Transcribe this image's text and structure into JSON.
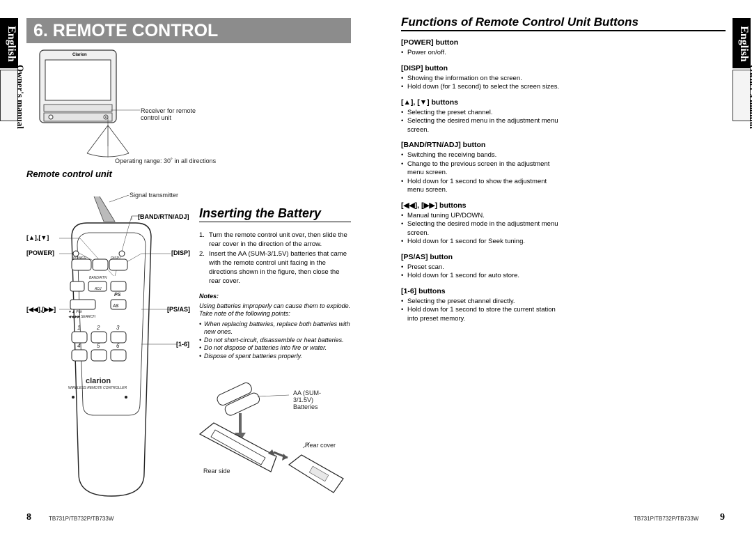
{
  "tabs": {
    "language": "English",
    "owner": "Owner's manual"
  },
  "title": "6. REMOTE CONTROL",
  "diagram": {
    "receiver_brand": "Clarion",
    "receiver_label": "Receiver for remote control unit",
    "operating_range": "Operating range: 30˚ in all directions",
    "remote_heading": "Remote control unit",
    "signal_transmitter": "Signal transmitter",
    "labels": {
      "band": "[BAND/RTN/ADJ]",
      "updown": "[▲],[▼]",
      "power": "[POWER]",
      "disp": "[DISP]",
      "seek": "[◀◀],[▶▶]",
      "psas": "[PS/AS]",
      "presets": "[1-6]"
    },
    "remote_keys": {
      "power": "POWER",
      "disp": "DISP",
      "band": "BAND/RTN",
      "adj": "ADJ",
      "ps": "PS",
      "as": "AS",
      "pch": "▼▲  Pch",
      "search": "◀◀ ▶▶ SEARCH",
      "n1": "1",
      "n2": "2",
      "n3": "3",
      "n4": "4",
      "n5": "5",
      "n6": "6",
      "brand": "clarion",
      "sub": "WIRELESS REMOTE CONTROLLER"
    }
  },
  "inserting": {
    "heading": "Inserting the Battery",
    "steps": [
      {
        "n": "1.",
        "text": "Turn the remote control unit over, then slide the rear cover in the direction of the arrow."
      },
      {
        "n": "2.",
        "text": "Insert the AA (SUM-3/1.5V) batteries that came with the remote control unit facing in the directions shown in the figure, then close the rear cover."
      }
    ],
    "notes_title": "Notes:",
    "notes_intro": "Using batteries improperly can cause them to explode. Take note of the following points:",
    "notes": [
      "When replacing batteries, replace both batteries with new ones.",
      "Do not short-circuit, disassemble or heat batteries.",
      "Do not dispose of batteries into fire or water.",
      "Dispose of spent batteries properly."
    ],
    "battery_label": "AA (SUM-3/1.5V) Batteries",
    "rear_cover": "Rear cover",
    "rear_side": "Rear side"
  },
  "functions": {
    "heading": "Functions of Remote Control Unit Buttons",
    "items": [
      {
        "title": "[POWER] button",
        "bullets": [
          "Power on/off."
        ]
      },
      {
        "title": "[DISP] button",
        "bullets": [
          "Showing the information on the screen.",
          "Hold down (for 1 second) to select the screen sizes."
        ]
      },
      {
        "title": "[▲], [▼] buttons",
        "bullets": [
          "Selecting the preset channel.",
          "Selecting the desired menu in the adjustment menu screen."
        ]
      },
      {
        "title": "[BAND/RTN/ADJ] button",
        "bullets": [
          "Switching the receiving bands.",
          "Change to the previous screen in the adjustment menu screen.",
          "Hold down for 1 second to show the adjustment menu screen."
        ]
      },
      {
        "title": "[◀◀], [▶▶] buttons",
        "bullets": [
          "Manual tuning UP/DOWN.",
          "Selecting the desired mode in the adjustment menu screen.",
          "Hold down for 1 second for Seek tuning."
        ]
      },
      {
        "title": "[PS/AS] button",
        "bullets": [
          "Preset scan.",
          "Hold down for 1 second for auto store."
        ]
      },
      {
        "title": "[1-6] buttons",
        "bullets": [
          "Selecting the preset channel directly.",
          "Hold down for 1 second to store the current station into preset memory."
        ]
      }
    ]
  },
  "footer": {
    "left_page": "8",
    "right_page": "9",
    "model_left": "TB731P/TB732P/TB733W",
    "model_right": "TB731P/TB732P/TB733W"
  }
}
